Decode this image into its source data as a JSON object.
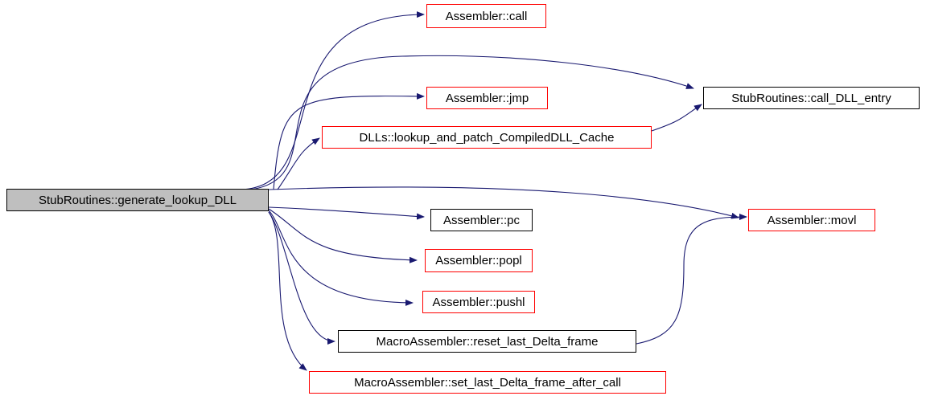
{
  "graph": {
    "edge_color": "#191970",
    "root": {
      "label": "StubRoutines::generate_lookup_DLL",
      "fill": "#bfbfbf"
    },
    "nodes": {
      "call": {
        "label": "Assembler::call",
        "border": "#ff0000"
      },
      "jmp": {
        "label": "Assembler::jmp",
        "border": "#ff0000"
      },
      "lookup": {
        "label": "DLLs::lookup_and_patch_CompiledDLL_Cache",
        "border": "#ff0000"
      },
      "call_dll_entry": {
        "label": "StubRoutines::call_DLL_entry",
        "border": "#000000"
      },
      "movl": {
        "label": "Assembler::movl",
        "border": "#ff0000"
      },
      "pc": {
        "label": "Assembler::pc",
        "border": "#000000"
      },
      "popl": {
        "label": "Assembler::popl",
        "border": "#ff0000"
      },
      "pushl": {
        "label": "Assembler::pushl",
        "border": "#ff0000"
      },
      "reset_frame": {
        "label": "MacroAssembler::reset_last_Delta_frame",
        "border": "#000000"
      },
      "set_frame": {
        "label": "MacroAssembler::set_last_Delta_frame_after_call",
        "border": "#ff0000"
      }
    },
    "edges": [
      [
        "root",
        "call"
      ],
      [
        "root",
        "call_dll_entry"
      ],
      [
        "root",
        "jmp"
      ],
      [
        "root",
        "lookup"
      ],
      [
        "root",
        "movl"
      ],
      [
        "root",
        "pc"
      ],
      [
        "root",
        "popl"
      ],
      [
        "root",
        "pushl"
      ],
      [
        "root",
        "reset_frame"
      ],
      [
        "root",
        "set_frame"
      ],
      [
        "lookup",
        "call_dll_entry"
      ],
      [
        "reset_frame",
        "movl"
      ]
    ]
  }
}
